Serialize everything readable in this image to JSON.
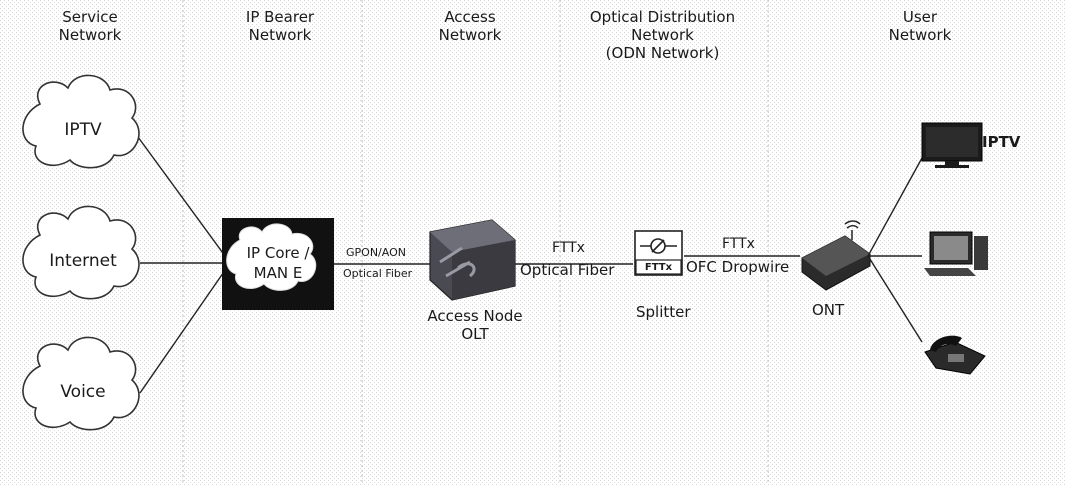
{
  "columns": [
    {
      "line1": "Service",
      "line2": "Network",
      "line3": ""
    },
    {
      "line1": "IP Bearer",
      "line2": "Network",
      "line3": ""
    },
    {
      "line1": "Access",
      "line2": "Network",
      "line3": ""
    },
    {
      "line1": "Optical Distribution",
      "line2": "Network",
      "line3": "(ODN Network)"
    },
    {
      "line1": "User",
      "line2": "Network",
      "line3": ""
    }
  ],
  "services": [
    "IPTV",
    "Internet",
    "Voice"
  ],
  "core": {
    "line1": "IP Core /",
    "line2": "MAN E"
  },
  "links": {
    "core_olt_top": "GPON/AON",
    "core_olt_bottom": "Optical Fiber",
    "olt_splitter_top": "FTTx",
    "olt_splitter_bottom": "Optical Fiber",
    "splitter_ont_top": "FTTx",
    "splitter_ont_bottom": "OFC Dropwire"
  },
  "olt": {
    "line1": "Access Node",
    "line2": "OLT"
  },
  "splitter": {
    "label": "Splitter",
    "badge": "FTTx"
  },
  "ont": {
    "label": "ONT"
  },
  "user_devices": {
    "tv_label": "IPTV"
  },
  "icons": [
    "cloud-icon",
    "olt-device-icon",
    "splitter-icon",
    "ont-router-icon",
    "tv-icon",
    "computer-icon",
    "telephone-icon"
  ]
}
